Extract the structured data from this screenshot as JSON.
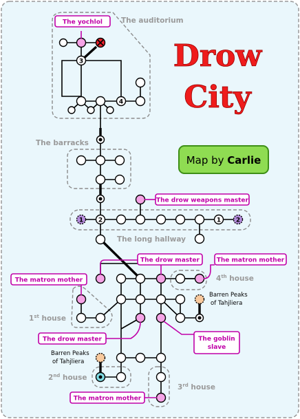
{
  "title": {
    "line1": "Drow",
    "line2": "City"
  },
  "credit": {
    "prefix": "Map by ",
    "author": "Carlie"
  },
  "regions": {
    "auditorium": "The auditorium",
    "barracks": "The barracks",
    "hallway": "The long hallway",
    "house1": {
      "num": "1",
      "sup": "st",
      "word": " house"
    },
    "house2": {
      "num": "2",
      "sup": "nd",
      "word": " house"
    },
    "house3": {
      "num": "3",
      "sup": "rd",
      "word": " house"
    },
    "house4": {
      "num": "4",
      "sup": "th",
      "word": " house"
    }
  },
  "labels": {
    "yochlol": "The yochlol",
    "weapons_master": "The drow weapons master",
    "drow_master_top": "The drow master",
    "matron_right": "The matron mother",
    "matron_left": "The matron mother",
    "drow_master_bottom": "The drow master",
    "goblin_line1": "The goblin",
    "goblin_line2": "slave",
    "matron_bottom": "The matron mother"
  },
  "exits": {
    "right_line1": "Barren Peaks",
    "right_line2": "of Tahjliera",
    "left_line1": "Barren Peaks",
    "left_line2": "of Tahjliera"
  },
  "node_numbers": {
    "n3": "3",
    "n4": "4",
    "n1a": "1",
    "n2a": "2",
    "n1b": "1",
    "n2b": "2"
  },
  "colors": {
    "npc_node": "#f5a3e6",
    "teleport_node": "#b58cdc",
    "exit_node": "#f8c99d",
    "start_node": "#7fdbe3",
    "danger_node": "#e8202a",
    "label": "#c000a8"
  }
}
